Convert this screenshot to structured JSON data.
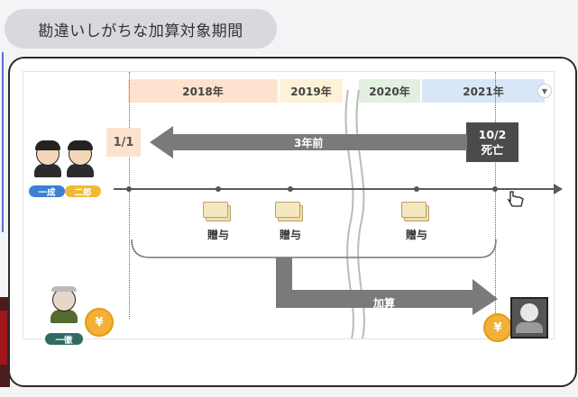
{
  "title": "勘違いしがちな加算対象期間",
  "years": [
    "2018年",
    "2019年",
    "2020年",
    "2021年"
  ],
  "start_date": "1/1",
  "end_date": {
    "line1": "10/2",
    "line2": "死亡"
  },
  "three_years_label": "3年前",
  "gifts": [
    "贈与",
    "贈与",
    "贈与"
  ],
  "people": [
    "一成",
    "二郎",
    "一徹"
  ],
  "addition_label": "加算",
  "coin_symbol": "¥",
  "icons": [
    "person-icon",
    "money-bills-icon",
    "yen-bag-icon",
    "hand-cursor-icon",
    "chevron-down-icon",
    "portrait-icon"
  ],
  "colors": {
    "accent": "#5b6fd6",
    "tag_blue": "#3f7fd1",
    "tag_yellow": "#f0b935",
    "tag_green": "#2f6b62",
    "arrow_gray": "#7a7a7a"
  }
}
